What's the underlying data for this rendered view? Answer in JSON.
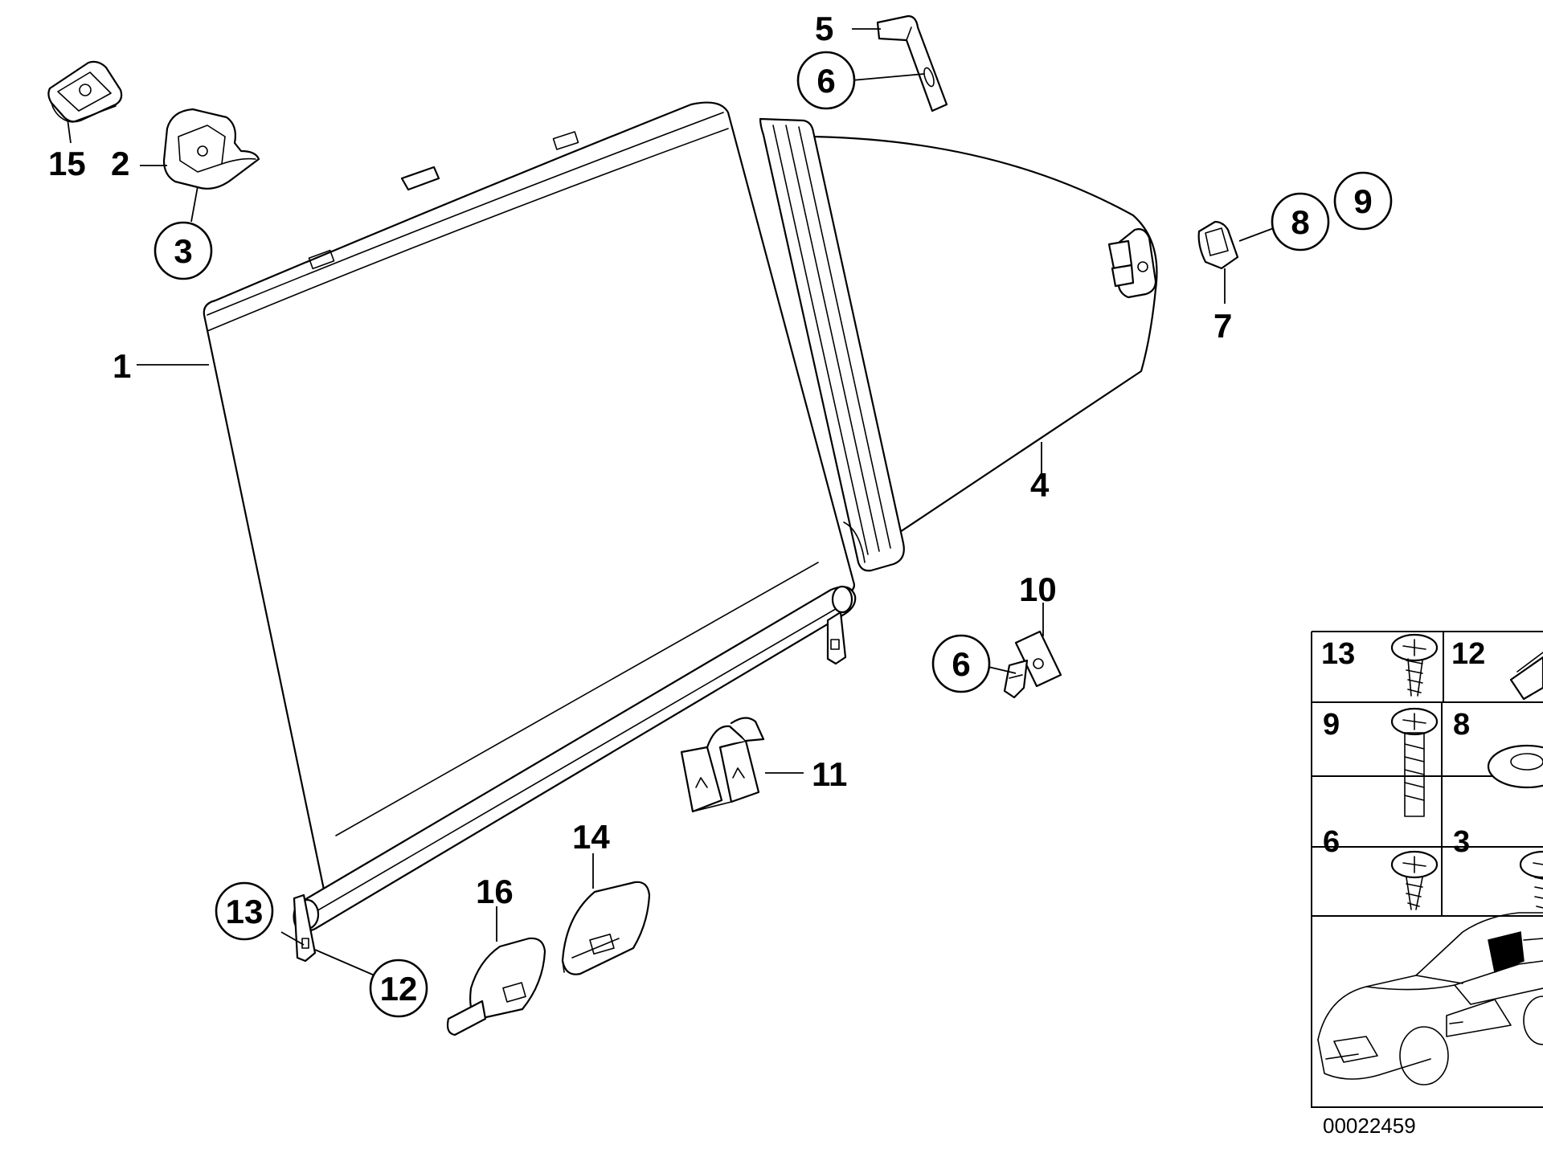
{
  "callouts": {
    "c1": "1",
    "c2": "2",
    "c3": "3",
    "c4": "4",
    "c5": "5",
    "c6a": "6",
    "c6b": "6",
    "c7": "7",
    "c8": "8",
    "c9": "9",
    "c10": "10",
    "c11": "11",
    "c12": "12",
    "c13": "13",
    "c14": "14",
    "c15": "15",
    "c16": "16"
  },
  "legend": {
    "r1a": "13",
    "r1b": "12",
    "r2a": "9",
    "r2b": "8",
    "r3a": "6",
    "r3b": "3"
  },
  "reference_code": "00022459"
}
